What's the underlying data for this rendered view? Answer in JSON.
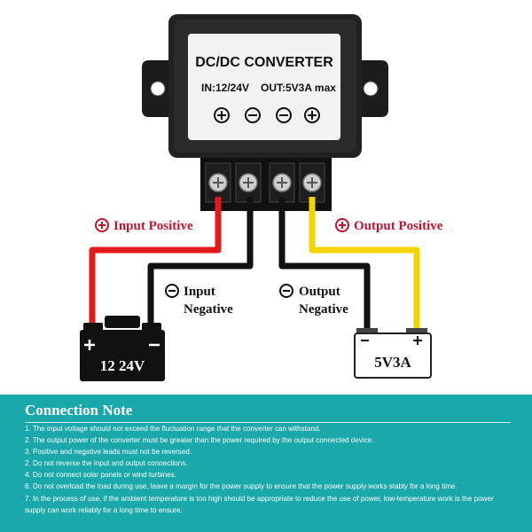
{
  "converter": {
    "title": "DC/DC CONVERTER",
    "input_spec": "IN:12/24V",
    "output_spec": "OUT:5V3A max"
  },
  "labels": {
    "input_positive": "Input Positive",
    "input_negative_1": "Input",
    "input_negative_2": "Negative",
    "output_positive": "Output Positive",
    "output_negative_1": "Output",
    "output_negative_2": "Negative"
  },
  "battery": {
    "label": "12 24V"
  },
  "load": {
    "label": "5V3A"
  },
  "colors": {
    "input_positive_wire": "#e21a1a",
    "output_positive_wire": "#f3d400",
    "negative_wire": "#111111",
    "label_red": "#c8102e",
    "note_background": "#1aa8ab"
  },
  "note": {
    "title": "Connection Note",
    "items": [
      "1. The input voltage should not exceed the fluctuation range that the converter can withstand.",
      "2. The output power of the converter must be greater than the power required by the output connected device.",
      "3. Positive and negative leads must not be reversed.",
      "2. Do not reverse the input and output connections.",
      "4. Do not connect solar panels or wind turbines.",
      "6. Do not overload the load during use, leave a margin for the power supply to ensure that the power supply works stably for a long time.",
      "7. In the process of use, if the ambient temperature is too high should be appropriate to reduce the use of power, low-temperature work is the power supply can work reliably for a long time to ensure."
    ]
  }
}
